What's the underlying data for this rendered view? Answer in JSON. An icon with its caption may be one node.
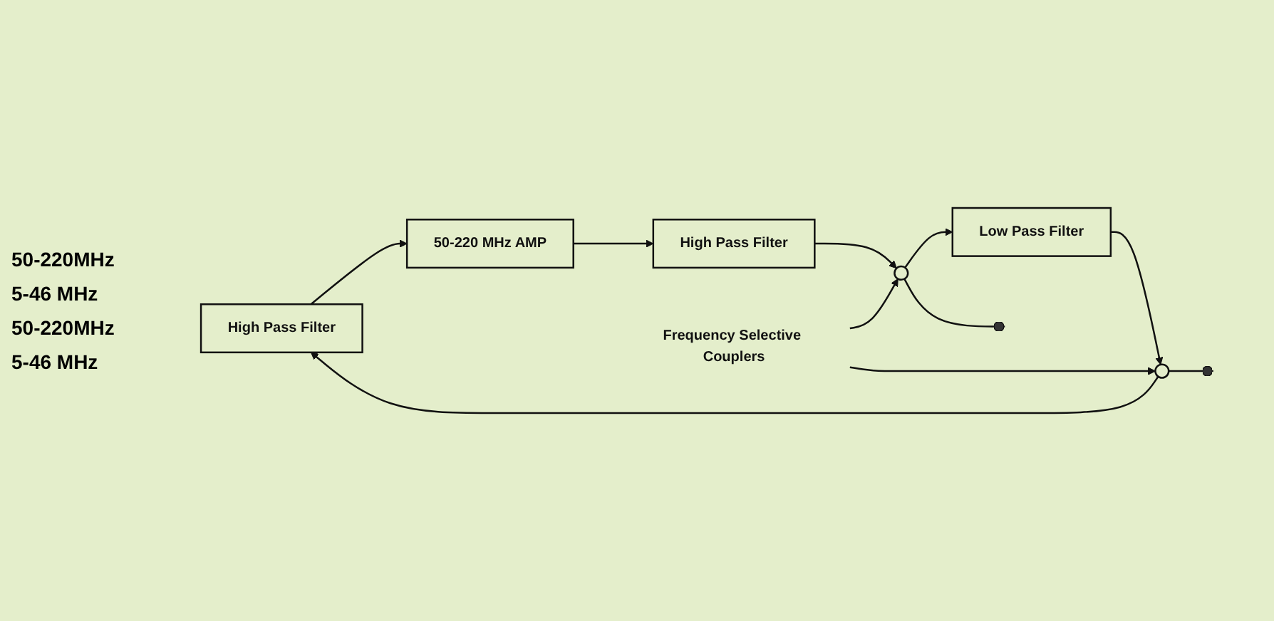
{
  "diagram": {
    "nodes": [
      {
        "text": [
          "High Pass Filter"
        ]
      },
      {
        "text": [
          "50-220 MHz AMP"
        ]
      },
      {
        "text": [
          "High Pass Filter"
        ]
      },
      {
        "text": [],
        "shape": "circle"
      },
      {
        "text": [
          "Frequency Selective Couplers"
        ]
      },
      {
        "text": [],
        "shape": "circle"
      },
      {
        "text": [
          "Low Pass Filter"
        ]
      }
    ],
    "edges": [
      {
        "from": 3,
        "to": 0,
        "arrow": "to"
      },
      {
        "from": 0,
        "to": 1,
        "arrow": "to"
      },
      {
        "from": 1,
        "to": 2,
        "arrow": "to"
      },
      {
        "from": 2,
        "to": 5,
        "arrow": "to"
      },
      {
        "from": 5,
        "to": 6,
        "arrow": "to"
      },
      {
        "from": 6,
        "to": 3,
        "arrow": "to"
      },
      {
        "from": 4,
        "to": 3,
        "arrow": "to"
      },
      {
        "from": 4,
        "to": 5,
        "arrow": "to"
      },
      {
        "from": null,
        "to": 3,
        "arrow": "other"
      },
      {
        "from": 5,
        "to": null,
        "arrow": "other"
      }
    ],
    "labels": [
      "50-220MHz",
      "5-46 MHz",
      "50-220MHz",
      "5-46 MHz"
    ]
  }
}
